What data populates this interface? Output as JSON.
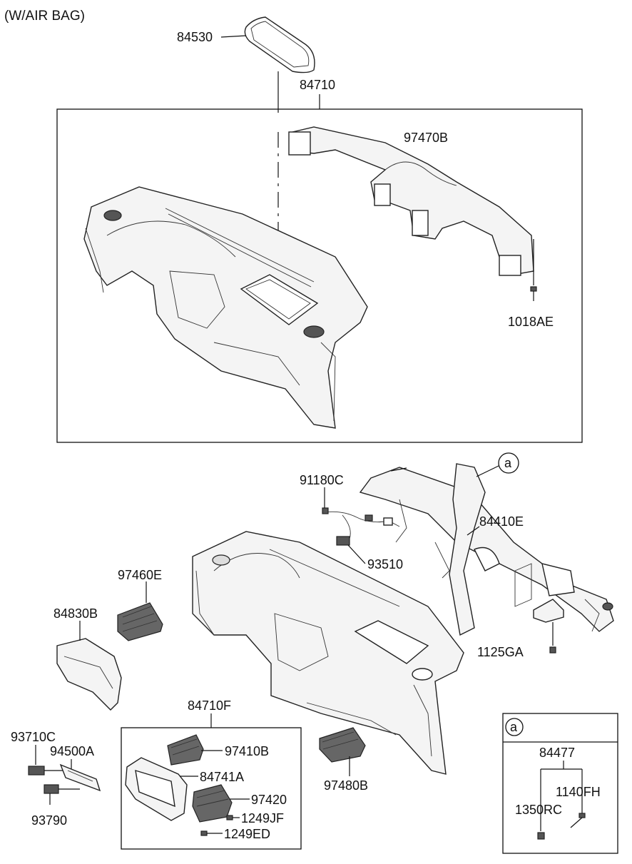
{
  "diagram": {
    "title": "(W/AIR BAG)",
    "callout_marker": "a",
    "labels": {
      "p84530": "84530",
      "p84710": "84710",
      "p97470B": "97470B",
      "p1018AE": "1018AE",
      "p91180C": "91180C",
      "p84410E": "84410E",
      "p93510": "93510",
      "p97460E": "97460E",
      "p84830B": "84830B",
      "p1125GA": "1125GA",
      "p84710F": "84710F",
      "p97410B": "97410B",
      "p84741A": "84741A",
      "p97420": "97420",
      "p1249JF": "1249JF",
      "p1249ED": "1249ED",
      "p97480B": "97480B",
      "p93710C": "93710C",
      "p94500A": "94500A",
      "p93790": "93790",
      "p84477": "84477",
      "p1140FH": "1140FH",
      "p1350RC": "1350RC"
    }
  }
}
